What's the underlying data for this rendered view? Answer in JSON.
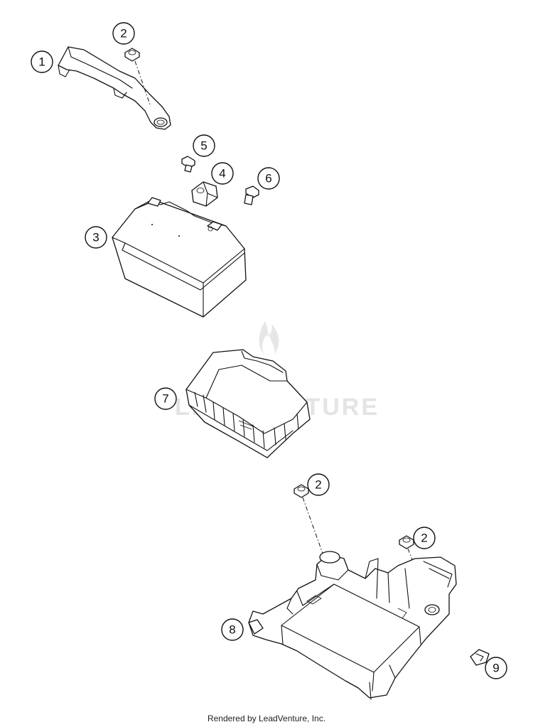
{
  "callouts": [
    "1",
    "2",
    "2",
    "2",
    "3",
    "4",
    "5",
    "6",
    "7",
    "8",
    "9"
  ],
  "watermark": "LEADVENTURE",
  "footer": "Rendered by LeadVenture, Inc."
}
